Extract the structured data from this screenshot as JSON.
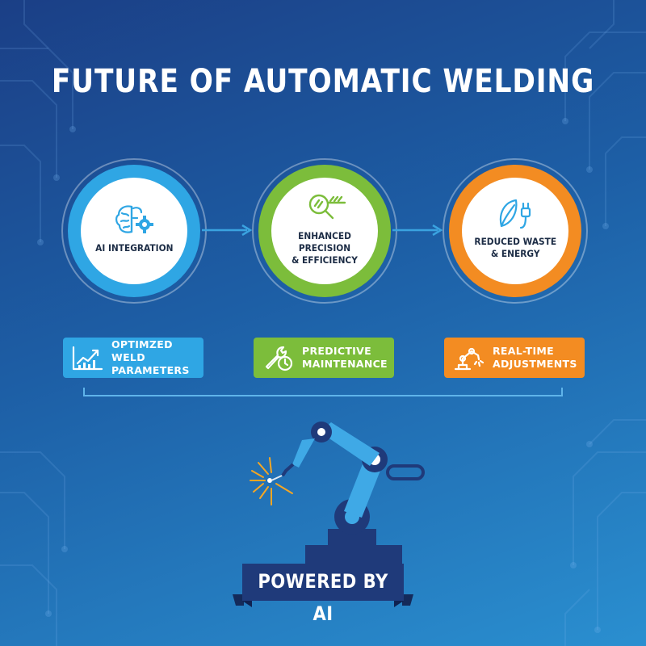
{
  "title": "FUTURE OF AUTOMATIC WELDING",
  "nodes": [
    {
      "label_lines": [
        "AI INTEGRATION"
      ],
      "icon": "brain-gear-icon",
      "color": "#2fa6e4"
    },
    {
      "label_lines": [
        "ENHANCED PRECISION",
        "& EFFICIENCY"
      ],
      "icon": "magnifier-weld-icon",
      "color": "#7cbd3b"
    },
    {
      "label_lines": [
        "REDUCED WASTE",
        "& ENERGY"
      ],
      "icon": "leaf-plug-icon",
      "color": "#f38c22"
    }
  ],
  "pills": [
    {
      "lines": [
        "OPTIMZED WELD",
        "PARAMETERS"
      ],
      "icon": "rising-chart-icon",
      "color": "#2fa6e4"
    },
    {
      "lines": [
        "PREDICTIVE",
        "MAINTENANCE"
      ],
      "icon": "wrench-clock-icon",
      "color": "#7cbd3b"
    },
    {
      "lines": [
        "REAL-TIME",
        "ADJUSTMENTS"
      ],
      "icon": "robot-arm-icon",
      "color": "#f38c22"
    }
  ],
  "banner": {
    "text": "POWERED BY AI"
  },
  "colors": {
    "background": "#1d5fa6",
    "banner": "#1f3a7a",
    "robot_arm": "#3fa9e6",
    "robot_base": "#1f3a7a",
    "spark": "#f5a623"
  }
}
